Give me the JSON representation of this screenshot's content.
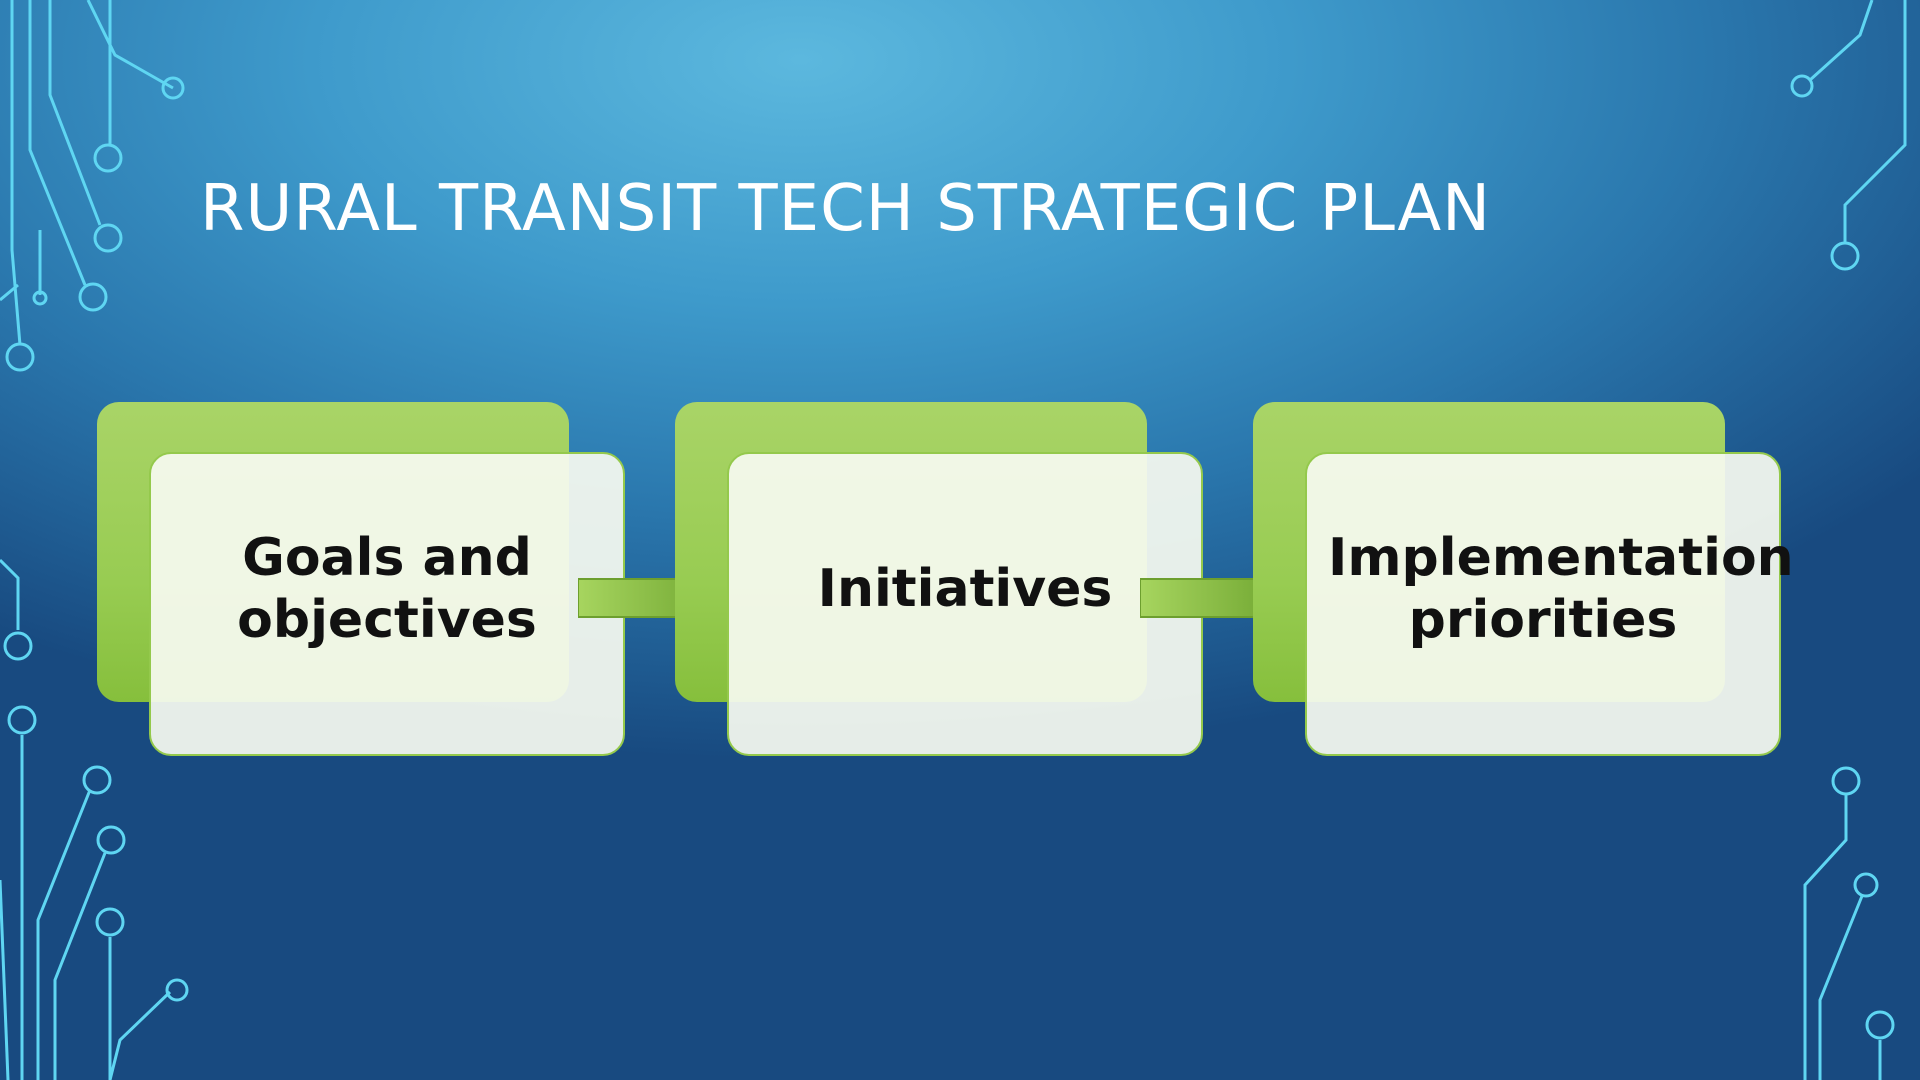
{
  "slide": {
    "title": "RURAL TRANSIT TECH STRATEGIC PLAN"
  },
  "process": {
    "steps": [
      {
        "label": "Goals and objectives"
      },
      {
        "label": "Initiatives"
      },
      {
        "label": "Implementation priorities"
      }
    ]
  },
  "colors": {
    "background_top": "#5cb8de",
    "background_bottom": "#184a80",
    "circuit": "#5fd6f2",
    "box_back": "#98cc52",
    "box_front": "#f6faf0",
    "arrow": "#7fb53a"
  }
}
